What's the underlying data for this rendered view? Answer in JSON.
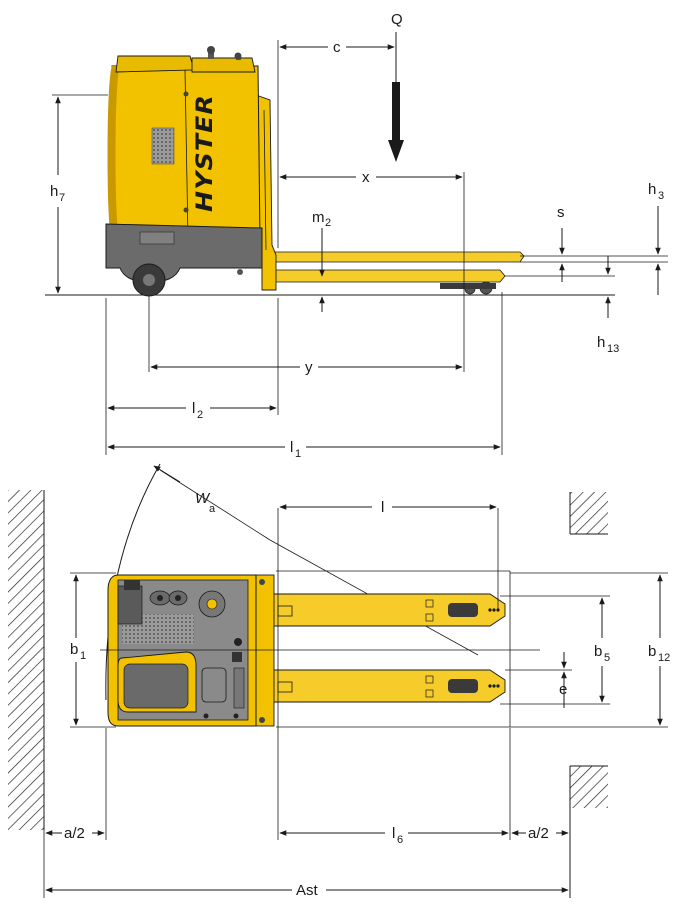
{
  "brand": "HYSTER",
  "labels": {
    "Q": "Q",
    "c": "c",
    "x": "x",
    "h7": "h",
    "h7_sub": "7",
    "h3": "h",
    "h3_sub": "3",
    "s": "s",
    "m2": "m",
    "m2_sub": "2",
    "h13": "h",
    "h13_sub": "13",
    "y": "y",
    "l2": "l",
    "l2_sub": "2",
    "l1": "l",
    "l1_sub": "1",
    "Wa": "W",
    "Wa_sub": "a",
    "l": "l",
    "b1": "b",
    "b1_sub": "1",
    "b5": "b",
    "b5_sub": "5",
    "b12": "b",
    "b12_sub": "12",
    "e": "e",
    "a2_left": "a/2",
    "l6": "l",
    "l6_sub": "6",
    "a2_right": "a/2",
    "Ast": "Ast"
  },
  "colors": {
    "body_yellow": "#f2c200",
    "body_dark": "#c89a00",
    "fork_yellow": "#f5cc2a",
    "chassis_grey": "#6b6b6b",
    "panel_grey": "#8a8a8a",
    "ink": "#1a1a1a"
  }
}
